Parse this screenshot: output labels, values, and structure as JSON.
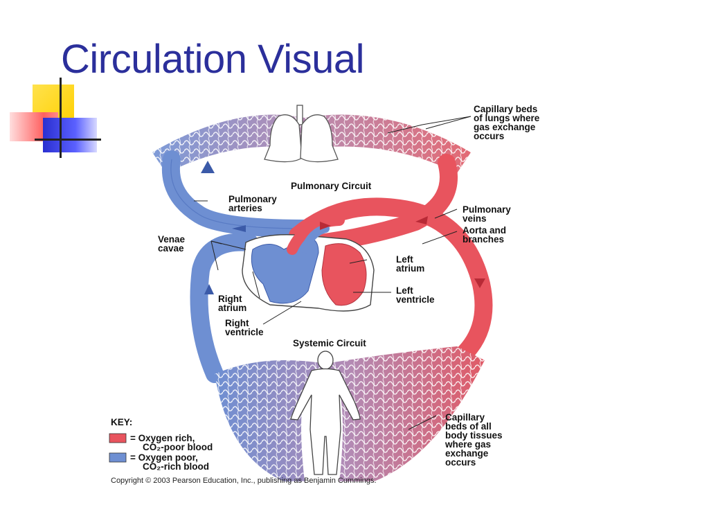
{
  "slide": {
    "title": "Circulation Visual"
  },
  "diagram": {
    "labels": {
      "cap_lungs": [
        "Capillary beds",
        "of lungs where",
        "gas exchange",
        "occurs"
      ],
      "pulmonary_circuit": "Pulmonary Circuit",
      "pulmonary_arteries": [
        "Pulmonary",
        "arteries"
      ],
      "pulmonary_veins": [
        "Pulmonary",
        "veins"
      ],
      "aorta": [
        "Aorta and",
        "branches"
      ],
      "venae_cavae": [
        "Venae",
        "cavae"
      ],
      "left_atrium": [
        "Left",
        "atrium"
      ],
      "left_ventricle": [
        "Left",
        "ventricle"
      ],
      "right_atrium": [
        "Right",
        "atrium"
      ],
      "right_ventricle": [
        "Right",
        "ventricle"
      ],
      "systemic_circuit": "Systemic Circuit",
      "cap_body": [
        "Capillary",
        "beds of all",
        "body tissues",
        "where gas",
        "exchange",
        "occurs"
      ]
    },
    "key": {
      "title": "KEY:",
      "oxygen_rich": [
        "= Oxygen rich,",
        "CO₂-poor blood"
      ],
      "oxygen_poor": [
        "= Oxygen poor,",
        "CO₂-rich blood"
      ],
      "colors": {
        "oxygen_rich": "#e8545e",
        "oxygen_poor": "#6e8fd2"
      }
    },
    "copyright": "Copyright © 2003 Pearson Education, Inc., publishing as Benjamin Cummings."
  }
}
